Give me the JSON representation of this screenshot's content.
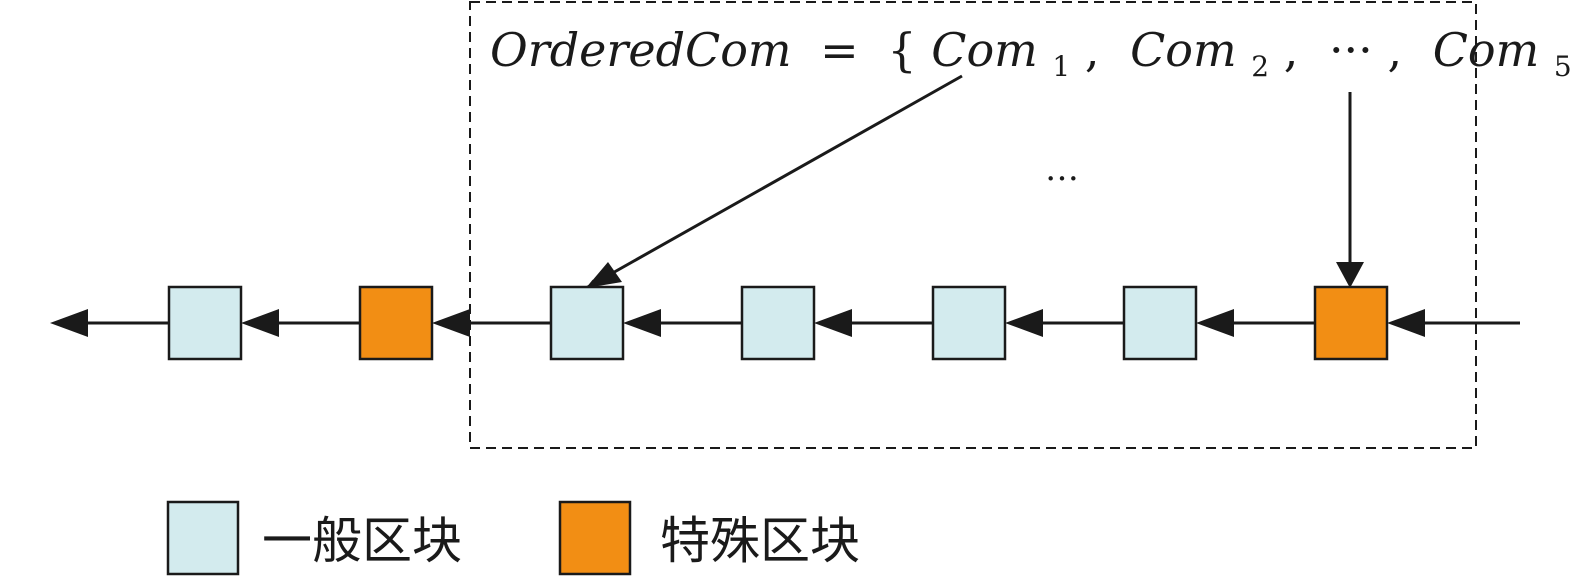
{
  "formula": {
    "name": "OrderedCom",
    "equals": "=",
    "open_brace": "{",
    "close_brace": "}",
    "items": [
      {
        "base": "Com",
        "sub": "1"
      },
      {
        "base": "Com",
        "sub": "2"
      },
      {
        "base": "Com",
        "sub": "5"
      }
    ],
    "separator": ",",
    "ellipsis": "···"
  },
  "middle_ellipsis": "…",
  "chain": {
    "blocks": [
      {
        "kind": "general"
      },
      {
        "kind": "special"
      },
      {
        "kind": "general"
      },
      {
        "kind": "general"
      },
      {
        "kind": "general"
      },
      {
        "kind": "general"
      },
      {
        "kind": "special"
      }
    ]
  },
  "legend": {
    "general_label": "一般区块",
    "special_label": "特殊区块"
  },
  "colors": {
    "general_fill": "#d3ebee",
    "special_fill": "#f28e14",
    "stroke": "#1a1a1a"
  }
}
